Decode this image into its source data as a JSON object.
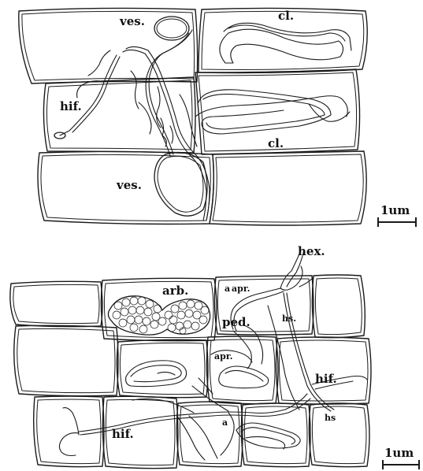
{
  "panel_top": {
    "labels": {
      "ves_1": "ves.",
      "cl_1": "cl.",
      "hif": "hif.",
      "cl_2": "cl.",
      "ves_2": "ves."
    },
    "scale_bar": "1um"
  },
  "panel_bottom": {
    "labels": {
      "hex": "hex.",
      "arb": "arb.",
      "apr_1": "apr.",
      "bullet": "a",
      "ped": "ped.",
      "hs_1": "hs.",
      "apr_2": "apr.",
      "hif_1": "hif.",
      "hs_2": "hs",
      "hif_2": "hif.",
      "a": "a"
    },
    "scale_bar": "1um"
  }
}
